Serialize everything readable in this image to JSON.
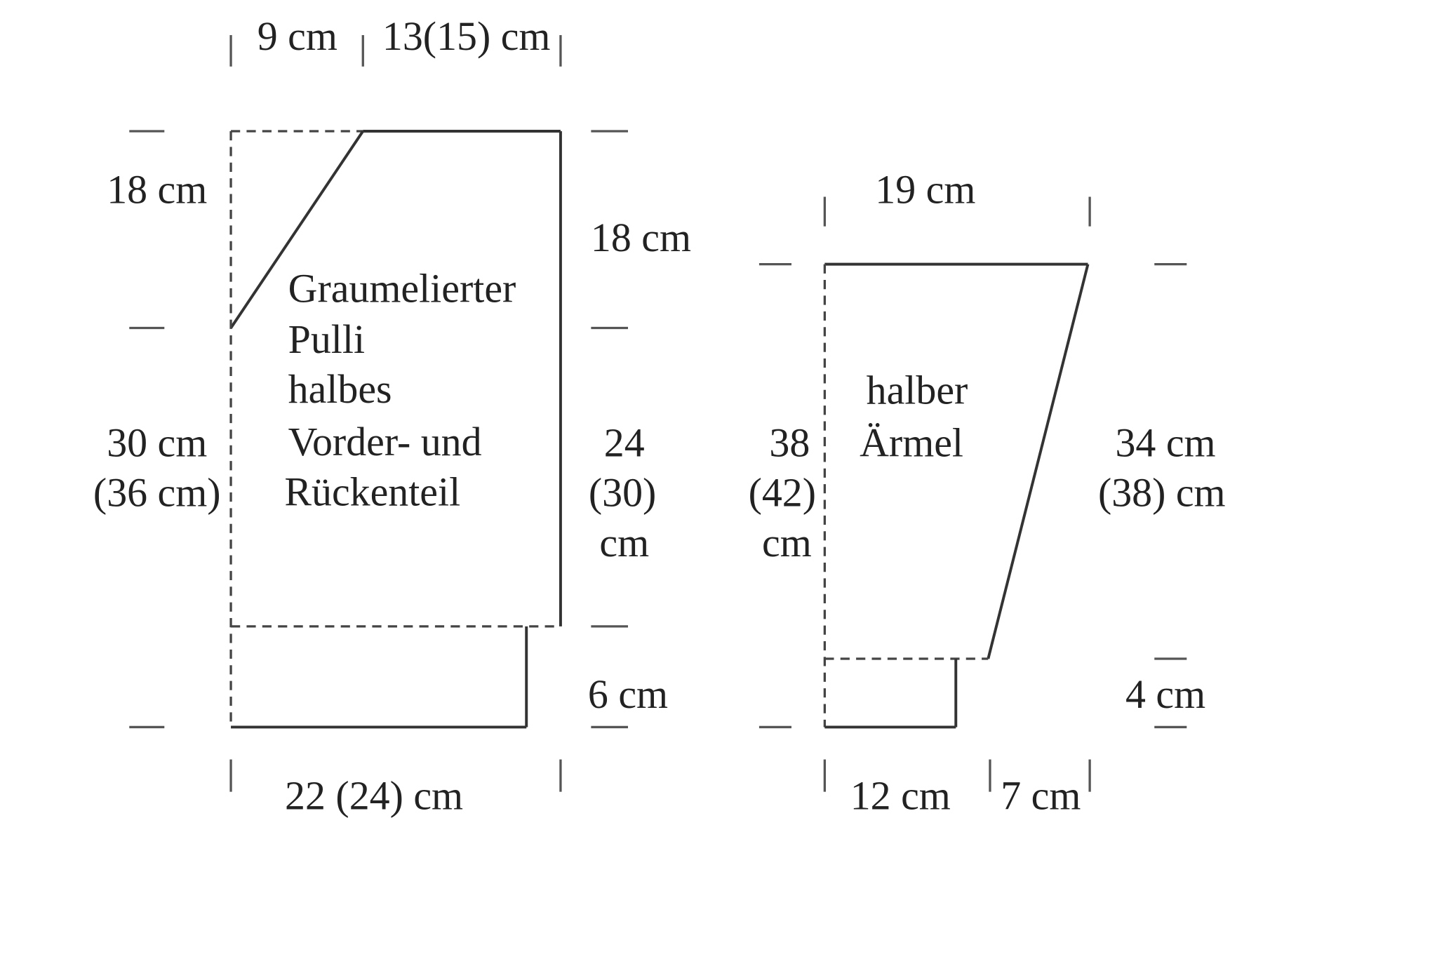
{
  "body_piece": {
    "title_lines": [
      "Graumelierter",
      "Pulli",
      "halbes",
      "Vorder- und",
      "Rückenteil"
    ],
    "top_left_width": "9 cm",
    "top_right_width": "13(15) cm",
    "left_upper_height": "18 cm",
    "left_lower_height": [
      "30 cm",
      "(36 cm)"
    ],
    "right_upper_height": "18 cm",
    "right_lower_height": [
      "24",
      "(30)",
      "cm"
    ],
    "rib_height": "6 cm",
    "bottom_width": "22 (24) cm"
  },
  "sleeve": {
    "title_lines": [
      "halber",
      "Ärmel"
    ],
    "top_width": "19 cm",
    "left_height": [
      "38",
      "(42)",
      "cm"
    ],
    "right_height": [
      "34 cm",
      "(38) cm"
    ],
    "rib_height": "4 cm",
    "bottom_left_width": "12 cm",
    "bottom_right_width": "7 cm"
  }
}
